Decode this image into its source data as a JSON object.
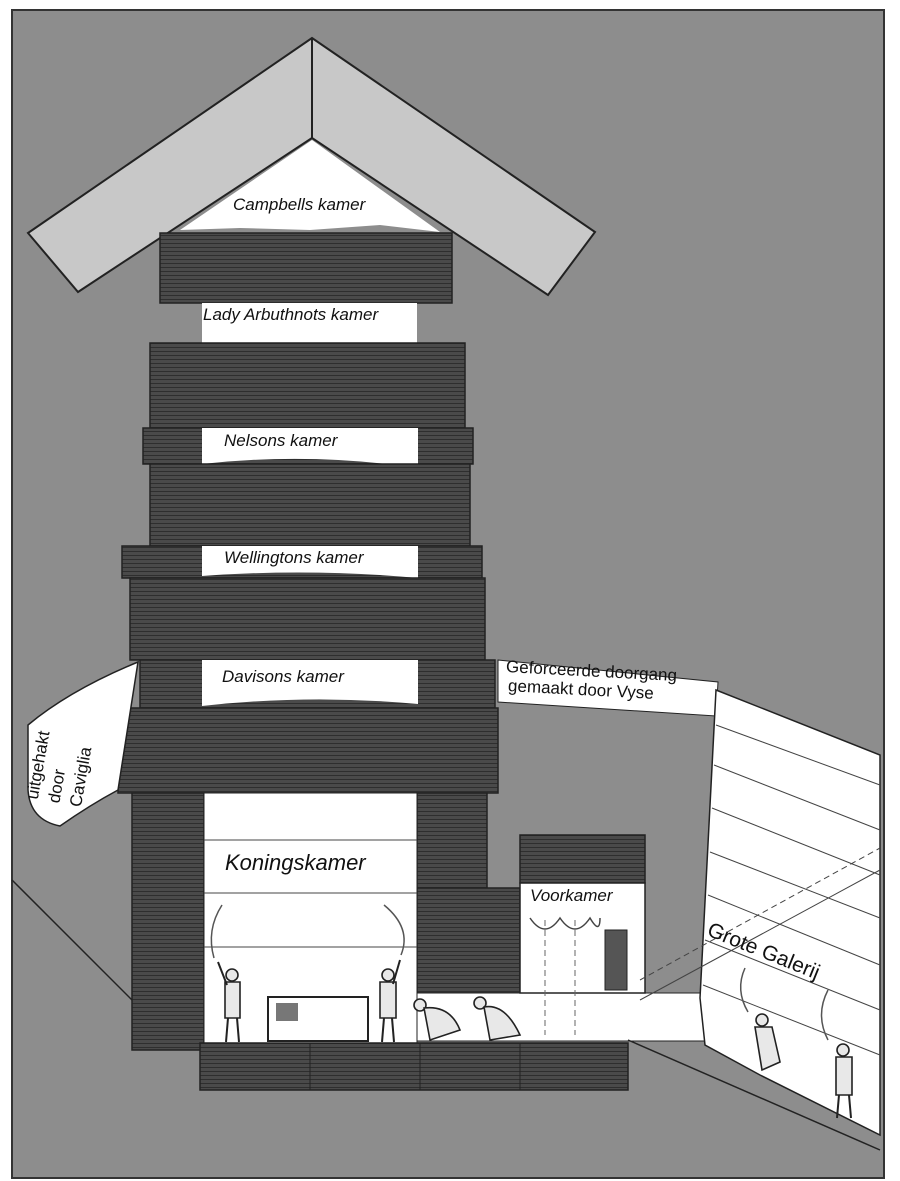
{
  "labels": {
    "campbell": "Campbells kamer",
    "arbuthnot": "Lady Arbuthnots kamer",
    "nelson": "Nelsons kamer",
    "wellington": "Wellingtons kamer",
    "davison": "Davisons kamer",
    "caviglia_line1": "uitgehakt",
    "caviglia_line2": "door",
    "caviglia_line3": "Caviglia",
    "vyse_line1": "Geforceerde doorgang",
    "vyse_line2": "gemaakt door Vyse",
    "king": "Koningskamer",
    "antechamber": "Voorkamer",
    "gallery": "Grote Galerij"
  },
  "colors": {
    "background": "#8d8d8d",
    "stone": "#4a4a4a",
    "roof": "#c8c8c8",
    "chamber": "#ffffff"
  }
}
